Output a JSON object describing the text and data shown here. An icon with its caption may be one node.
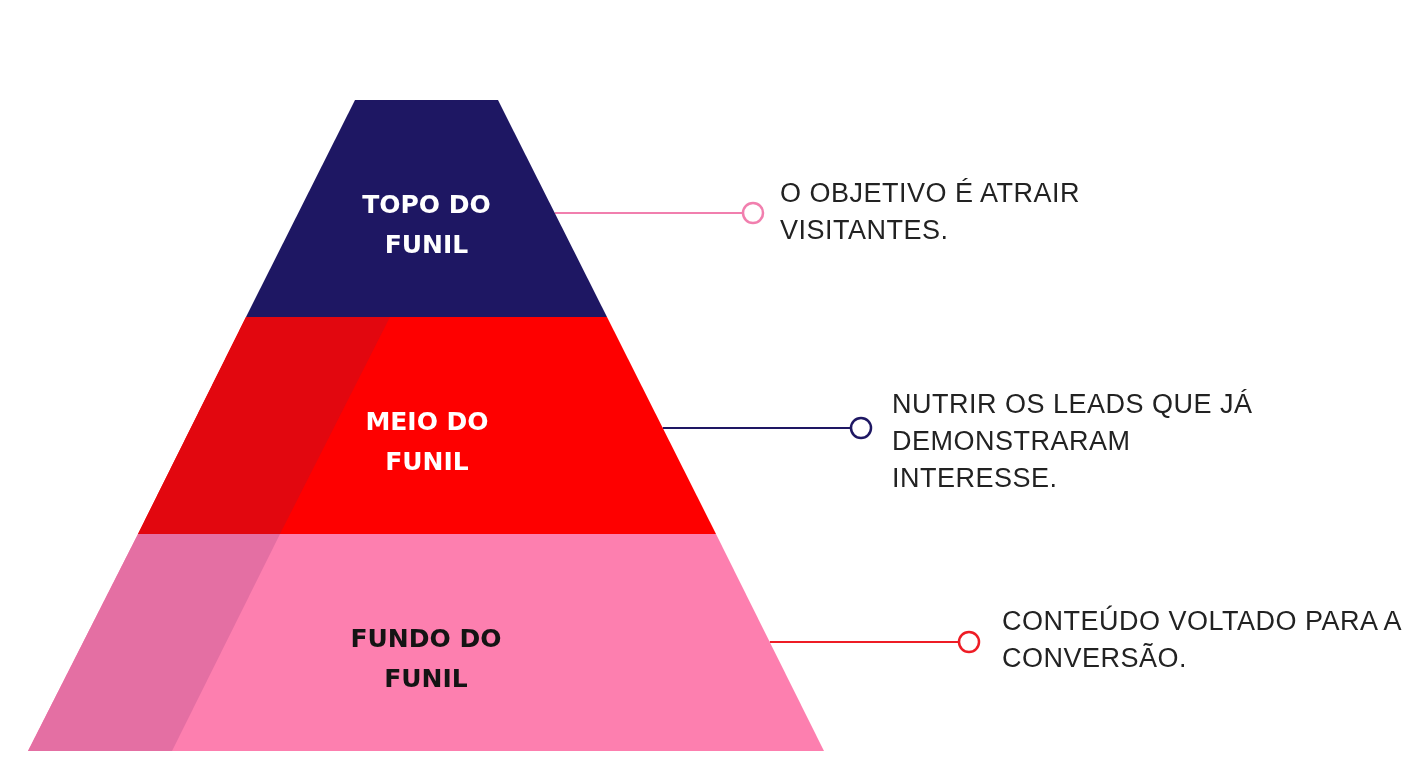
{
  "diagram": {
    "nodes": [
      {
        "text": [
          "TOPO DO FUNIL"
        ]
      },
      {
        "text": [
          "MEIO DO FUNIL"
        ]
      },
      {
        "text": [
          "FUNDO DO FUNIL"
        ]
      },
      {
        "text": [
          "O OBJETIVO É ATRAIR VISITANTES."
        ]
      },
      {
        "text": [
          "NUTRIR OS LEADS QUE JÁ DEMONSTRARAM INTERESSE."
        ]
      },
      {
        "text": [
          "CONTEÚDO VOLTADO PARA A CONVERSÃO."
        ]
      }
    ],
    "edges": [
      {
        "from": 0,
        "to": 3,
        "arrow": "other",
        "color": "#f17fae"
      },
      {
        "from": 1,
        "to": 4,
        "arrow": "other",
        "color": "#1e1763"
      },
      {
        "from": 2,
        "to": 5,
        "arrow": "other",
        "color": "#ee1c25"
      }
    ]
  }
}
